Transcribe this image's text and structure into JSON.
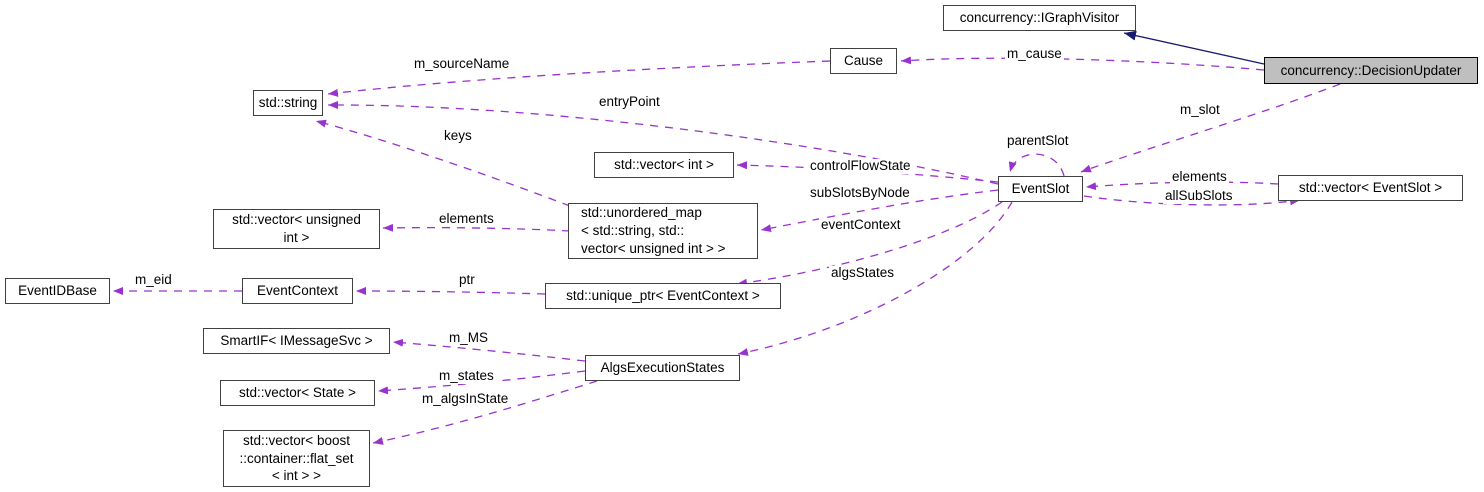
{
  "colors": {
    "edge": "#9a32cd",
    "inheritance": "#191970",
    "highlight_fill": "#bfbfbf",
    "node_border": "#404040"
  },
  "nodes": {
    "igv": {
      "label": "concurrency::IGraphVisitor"
    },
    "dup": {
      "label": "concurrency::DecisionUpdater"
    },
    "cause": {
      "label": "Cause"
    },
    "str": {
      "label": "std::string"
    },
    "vint": {
      "label": "std::vector< int >"
    },
    "umap": {
      "lines": [
        "std::unordered_map",
        "< std::string, std::",
        "vector< unsigned int > >"
      ]
    },
    "vuint": {
      "lines": [
        "std::vector< unsigned",
        "int >"
      ]
    },
    "eidb": {
      "label": "EventIDBase"
    },
    "ectx": {
      "label": "EventContext"
    },
    "uptr": {
      "label": "std::unique_ptr< EventContext >"
    },
    "smartif": {
      "label": "SmartIF< IMessageSvc >"
    },
    "vstate": {
      "label": "std::vector< State >"
    },
    "vflat": {
      "lines": [
        "std::vector< boost",
        "::container::flat_set",
        "< int > >"
      ]
    },
    "algs": {
      "label": "AlgsExecutionStates"
    },
    "eslot": {
      "label": "EventSlot"
    },
    "veslot": {
      "label": "std::vector< EventSlot >"
    }
  },
  "edge_labels": {
    "m_cause": "m_cause",
    "m_slot": "m_slot",
    "m_sourceName": "m_sourceName",
    "entryPoint": "entryPoint",
    "keys": "keys",
    "parentSlot": "parentSlot",
    "controlFlowState": "controlFlowState",
    "subSlotsByNode": "subSlotsByNode",
    "eventContext": "eventContext",
    "algsStates": "algsStates",
    "elements_right": "elements",
    "allSubSlots": "allSubSlots",
    "elements_left": "elements",
    "ptr": "ptr",
    "m_eid": "m_eid",
    "m_MS": "m_MS",
    "m_states": "m_states",
    "m_algsInState": "m_algsInState"
  }
}
